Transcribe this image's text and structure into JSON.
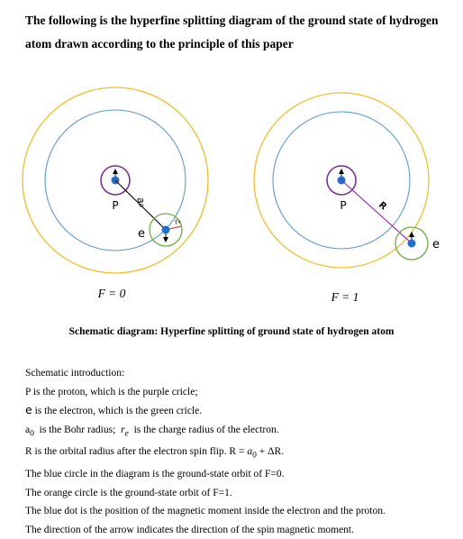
{
  "header": {
    "line1": "The following is the hyperfine splitting diagram of the ground state of hydrogen",
    "line2": "atom drawn according to the principle of this paper"
  },
  "diagram": {
    "left": {
      "proton_label": "P",
      "electron_label": "e",
      "radius_label": "a₀",
      "charge_radius_label": "rₑ",
      "state_label": "F = 0"
    },
    "right": {
      "proton_label": "P",
      "electron_label": "e",
      "radius_label": "R",
      "state_label": "F = 1"
    },
    "colors": {
      "orange": "#F5BE27",
      "blue": "#5B9BD5",
      "purple": "#7B2F9E",
      "green": "#70AD47",
      "dot": "#1F6FD0",
      "orbit_line": "#A020C0",
      "red": "#E02020"
    }
  },
  "caption": "Schematic diagram: Hyperfine splitting of ground state of hydrogen atom",
  "intro": {
    "heading": "Schematic introduction:",
    "line_proton": "P is the proton, which is the purple cricle;",
    "line_electron_e": "e",
    "line_electron_rest": " is the electron, which is the green cricle.",
    "line_bohr_a": "a",
    "line_bohr_sub": "0",
    "line_bohr_mid": "  is the Bohr radius;  ",
    "line_bohr_r": "r",
    "line_bohr_rsub": "e",
    "line_bohr_end": "  is the charge radius of the electron.",
    "line_R_start": "R is the orbital radius after the electron spin flip. R = ",
    "line_R_a": "a",
    "line_R_sub": "0",
    "line_R_end": " + ΔR.",
    "line_blue": "The blue circle in the diagram is the ground-state orbit of F=0.",
    "line_orange": "The orange circle is the ground-state orbit of F=1.",
    "line_dot": "The blue dot is the position of the magnetic moment inside the electron and the proton.",
    "line_arrow": "The direction of the arrow indicates the direction of the spin magnetic moment."
  }
}
